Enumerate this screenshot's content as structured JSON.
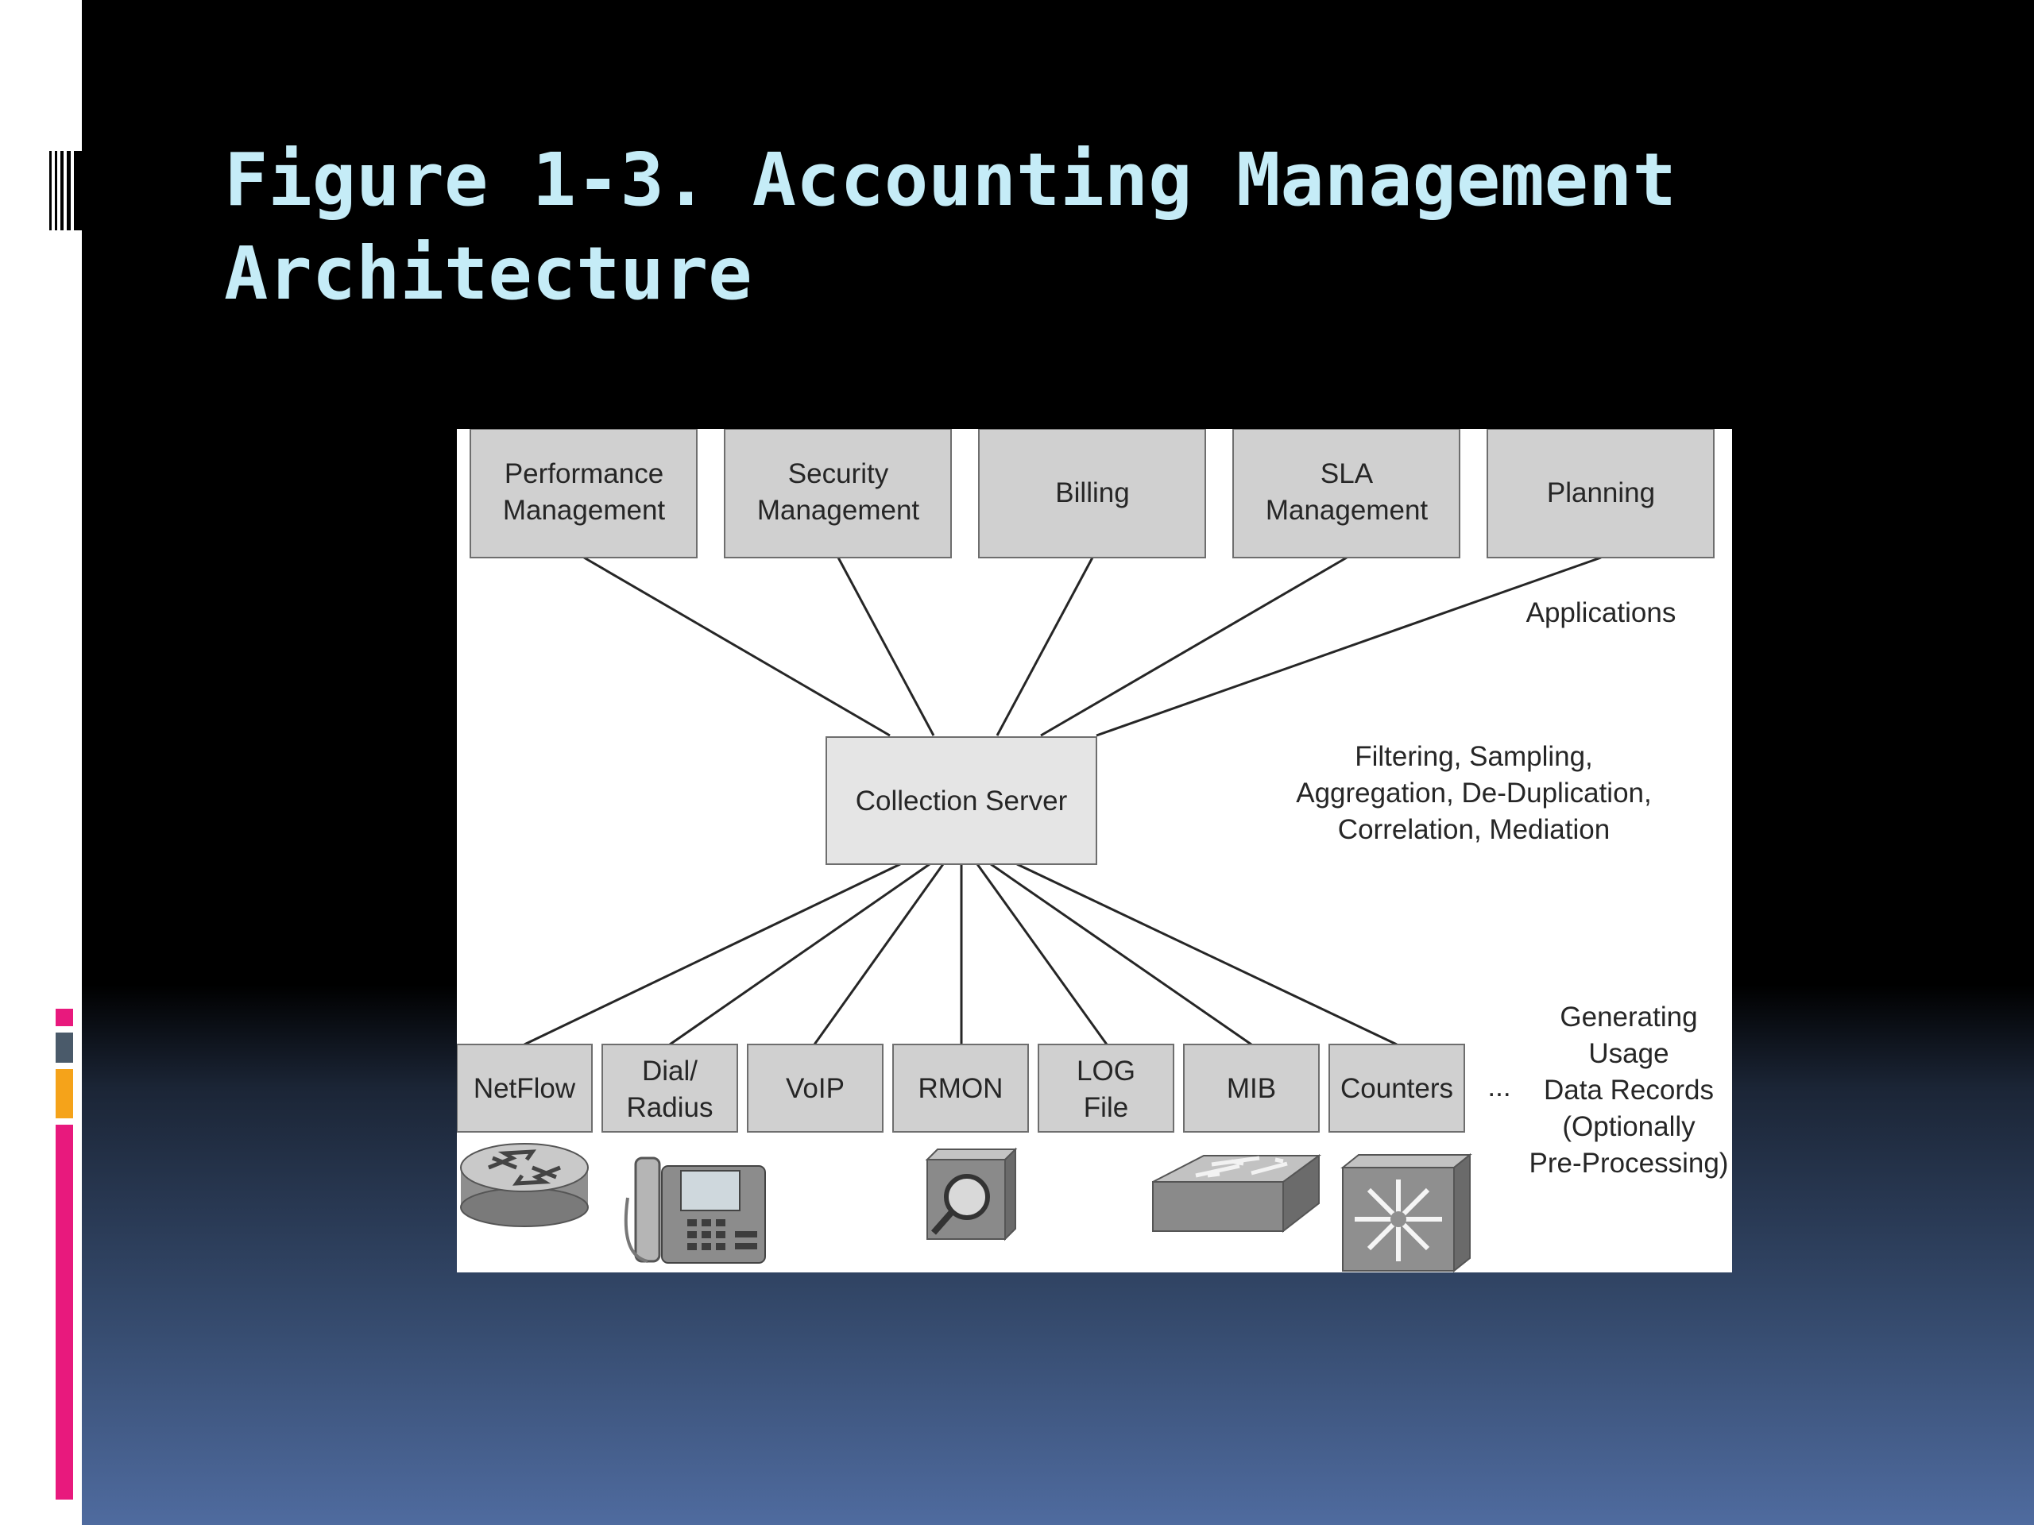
{
  "slide": {
    "title_line1": "Figure 1-3. Accounting Management",
    "title_line2": "Architecture"
  },
  "diagram": {
    "applications": [
      {
        "line1": "Performance",
        "line2": "Management"
      },
      {
        "line1": "Security",
        "line2": "Management"
      },
      {
        "line1": "Billing"
      },
      {
        "line1": "SLA",
        "line2": "Management"
      },
      {
        "line1": "Planning"
      }
    ],
    "applications_label": "Applications",
    "collection_server": "Collection Server",
    "processing_note": [
      "Filtering, Sampling,",
      "Aggregation, De-Duplication,",
      "Correlation, Mediation"
    ],
    "sources": [
      {
        "line1": "NetFlow"
      },
      {
        "line1": "Dial/",
        "line2": "Radius"
      },
      {
        "line1": "VoIP"
      },
      {
        "line1": "RMON"
      },
      {
        "line1": "LOG",
        "line2": "File"
      },
      {
        "line1": "MIB"
      },
      {
        "line1": "Counters"
      }
    ],
    "ellipsis": "...",
    "generating_note": [
      "Generating",
      "Usage",
      "Data Records",
      "(Optionally",
      "Pre-Processing)"
    ],
    "device_icons": [
      "router-icon",
      "ip-phone-icon",
      "probe-icon",
      "switch-icon",
      "multilayer-switch-icon"
    ]
  },
  "colors": {
    "title": "#c5ecf7",
    "accent_pink": "#e8197d",
    "accent_orange": "#f5a31a",
    "accent_slate": "#4a5a6a"
  }
}
